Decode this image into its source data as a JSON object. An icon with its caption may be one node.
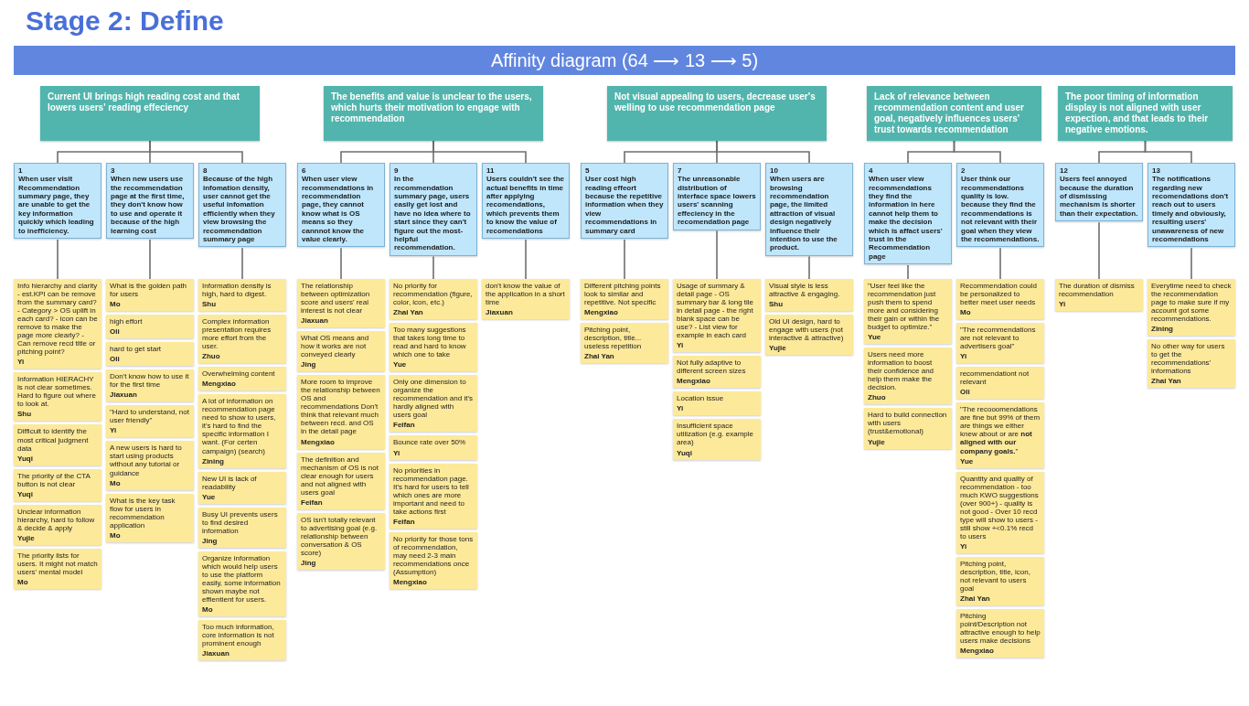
{
  "diagram": {
    "title": "Stage 2: Define",
    "nodes": [
      {
        "text": [
          "Affinity diagram (64 ⟶ 13 ⟶ 5)"
        ]
      },
      {
        "text": [
          "Current UI brings high reading cost and that lowers users' reading effeciency"
        ]
      },
      {
        "text": [
          "1",
          "When user visit Recommendation summary page, they are unable to get the key information quickly which leading to inefficiency."
        ]
      },
      {
        "text": [
          "3",
          "When new users use the recommendation page at the first time, they don't know how to use and operate it because of the high learning cost"
        ]
      },
      {
        "text": [
          "8",
          "Because of the high infomation density, user cannot get the useful infomation efficiently when they view browsing the recommendation summary page"
        ]
      },
      {
        "text": [
          "Info hierarchy and clarity - est.KPI can be remove from the summary card? - Category > OS uplift in each card? - icon can be remove to make the page more clearly? - Can remove recd title or pitching point?",
          "Yi"
        ]
      },
      {
        "text": [
          "Information HIERACHY is not clear sometimes. Hard to figure out where to look at.",
          "Shu"
        ]
      },
      {
        "text": [
          "Difficult to identify the most critical judgment data",
          "Yuqi"
        ]
      },
      {
        "text": [
          "The priority of the CTA button is not clear",
          "Yuqi"
        ]
      },
      {
        "text": [
          "Unclear information hierarchy, hard to follow & decide & apply",
          "Yujie"
        ]
      },
      {
        "text": [
          "The priority lists for users. It might not match users' mental model",
          "Mo"
        ]
      },
      {
        "text": [
          "What is the golden path for users",
          "Mo"
        ]
      },
      {
        "text": [
          "high effort",
          "Oli"
        ]
      },
      {
        "text": [
          "hard to get start",
          "Oli"
        ]
      },
      {
        "text": [
          "Don't know how to use it for the first time",
          "Jiaxuan"
        ]
      },
      {
        "text": [
          "\"Hard to understand, not user friendly\"",
          "Yi"
        ]
      },
      {
        "text": [
          "A new users is hard to start using products without any tutorial or guidance",
          "Mo"
        ]
      },
      {
        "text": [
          "What is the key task flow for users in recommendation application",
          "Mo"
        ]
      },
      {
        "text": [
          "Information density is high, hard to digest.",
          "Shu"
        ]
      },
      {
        "text": [
          "Complex information presentation requires more effort from the user.",
          "Zhuo"
        ]
      },
      {
        "text": [
          "Overwhelming content",
          "Mengxiao"
        ]
      },
      {
        "text": [
          "A lot of information on recommendation page need to show to users, it's hard to find the specific information I want. (For certen campaign) (search)",
          "Zining"
        ]
      },
      {
        "text": [
          "New UI is lack of readability",
          "Yue"
        ]
      },
      {
        "text": [
          "Busy UI prevents users to find desired information",
          "Jing"
        ]
      },
      {
        "text": [
          "Organize information which would help users to use the platform easily, some information shown maybe not effientient for users.",
          "Mo"
        ]
      },
      {
        "text": [
          "Too much information, core information is not prominent enough",
          "Jiaxuan"
        ]
      },
      {
        "text": [
          "The benefits and value is unclear to the users, which hurts their motivation to engage with recommendation"
        ]
      },
      {
        "text": [
          "6",
          "When user view recommendations in recommendation page, they cannot know what is OS means so they cannnot know the value clearly."
        ]
      },
      {
        "text": [
          "9",
          "In the recommendation summary page, users easily get lost and have no idea where to start since they can't figure out the most-helpful recommendation."
        ]
      },
      {
        "text": [
          "11",
          "Users couldn't see the actual benefits in time after applying recomendations, which prevents them to know the value of recomendations"
        ]
      },
      {
        "text": [
          "The relationship between optimization score and users' real interest is not clear",
          "Jiaxuan"
        ]
      },
      {
        "text": [
          "What OS means and how it works are not conveyed clearly",
          "Jing"
        ]
      },
      {
        "text": [
          "More room to improve the relationship between OS and recommendations Don't think that relevant much between recd. and OS in the detail page",
          "Mengxiao"
        ]
      },
      {
        "text": [
          "The definition and mechanism of OS is not clear enough for users and not aligned with users goal",
          "Feifan"
        ]
      },
      {
        "text": [
          "OS isn't totally relevant to advertising goal (e.g. relationship between conversation & OS score)",
          "Jing"
        ]
      },
      {
        "text": [
          "No priority for recommendation (figure, color, icon, etc.)",
          "Zhai Yan"
        ]
      },
      {
        "text": [
          "Too many suggestions that takes long time to read and hard to know which one to take",
          "Yue"
        ]
      },
      {
        "text": [
          "Only one dimension to organize the recommendation and it's hardly aligned with users goal",
          "Feifan"
        ]
      },
      {
        "text": [
          "Bounce rate over 50%",
          "Yi"
        ]
      },
      {
        "text": [
          "No priorities in recommendation page. It's hard for users to tell which ones are more important and need to take actions first",
          "Feifan"
        ]
      },
      {
        "text": [
          "No priority for those tons of recommendation, may need 2-3 main recommendations once (Assumption)",
          "Mengxiao"
        ]
      },
      {
        "text": [
          "don't know the value of the application in a short time",
          "Jiaxuan"
        ]
      },
      {
        "text": [
          "Not visual appealing to users, decrease user's welling to use recommendation page"
        ]
      },
      {
        "text": [
          "5",
          "User cost high reading effeort because the repetitive information when they view recommendations in summary card"
        ]
      },
      {
        "text": [
          "7",
          "The unreasonable distribution of interface space lowers users' scanning effeciency in the recomendation page"
        ]
      },
      {
        "text": [
          "10",
          "When users are browsing recommendation page, the limited attraction of visual design negatively influence their intention to use the product."
        ]
      },
      {
        "text": [
          "Different pitching points look to similar and repetitive. Not specific",
          "Mengxiao"
        ]
      },
      {
        "text": [
          "Pitching point, description, title... useless repetition",
          "Zhai Yan"
        ]
      },
      {
        "text": [
          "Usage of summary & detail page - OS summary bar & long tile in detail page - the right blank space can be use? - List view for example in each card",
          "Yi"
        ]
      },
      {
        "text": [
          "Not fully adaptive to different screen sizes",
          "Mengxiao"
        ]
      },
      {
        "text": [
          "Location issue",
          "Yi"
        ]
      },
      {
        "text": [
          "Insufficient space utilization (e.g. example area)",
          "Yuqi"
        ]
      },
      {
        "text": [
          "Visual style is less attractive & engaging.",
          "Shu"
        ]
      },
      {
        "text": [
          "Old UI design, hard to engage with users (not interactive & attractive)",
          "Yujie"
        ]
      },
      {
        "text": [
          "Lack of relevance between recommendation content and user goal, negatively influences users' trust towards recommendation"
        ]
      },
      {
        "text": [
          "4",
          "When user view recommendations they find the information in here cannot help them to make the decision which is affact users' trust in the Recommendation page"
        ]
      },
      {
        "text": [
          "2",
          "User think our recommendations quality is low. because they find the recommendations is not relevant with their goal when they view the recommendations."
        ]
      },
      {
        "text": [
          "\"User feel like the recommendation just push them to spend more and considering their gain or within the budget to optimize.\"",
          "Yue"
        ]
      },
      {
        "text": [
          "Users need more information to boost their confidence and help them make the decision.",
          "Zhuo"
        ]
      },
      {
        "text": [
          "Hard to build connection with users (trust&emotional)",
          "Yujie"
        ]
      },
      {
        "text": [
          "Recommendation could be personalized to better meet user needs",
          "Mo"
        ]
      },
      {
        "text": [
          "\"The recommendations are not relevant to advertisers goal\"",
          "Yi"
        ]
      },
      {
        "text": [
          "recommendationt not relevant",
          "Oli"
        ]
      },
      {
        "text": [
          "\"The recooomendations are fine but 99% of them are things we either knew about or are **not aligned with our company goals.**\"",
          "Yue"
        ]
      },
      {
        "text": [
          "Quantity and quality of recommendation - too much KWO suggestions (over 900+) - quality is not good - Over 10 recd type will show to users - still show +<0.1% recd to users",
          "Yi"
        ]
      },
      {
        "text": [
          "Pitching point, description, title, icon, not relevant to users goal",
          "Zhai Yan"
        ]
      },
      {
        "text": [
          "Pitching point/Description not attractive enough to help users make decisions",
          "Mengxiao"
        ]
      },
      {
        "text": [
          "The poor timing of information display is not aligned with user expection, and that leads to their negative emotions."
        ]
      },
      {
        "text": [
          "12",
          "Users feel annoyed because the duration of dismissing mechanism is shorter than their expectation."
        ]
      },
      {
        "text": [
          "13",
          "The notifications regarding new recomendations don't reach out to users timely and obviously, resulting users' unawareness of new recomendations"
        ]
      },
      {
        "text": [
          "The duration of dismiss recommendation",
          "Yi"
        ]
      },
      {
        "text": [
          "Everytime need to check the recommendation page to make sure if my account got some recommendations.",
          "Zining"
        ]
      },
      {
        "text": [
          "No other way for users to get the recommendations' informations",
          "Zhai Yan"
        ]
      }
    ],
    "edges": [
      {
        "from": 1,
        "to": 2,
        "arrow": "none"
      },
      {
        "from": 1,
        "to": 3,
        "arrow": "none"
      },
      {
        "from": 1,
        "to": 4,
        "arrow": "none"
      },
      {
        "from": 2,
        "to": 5,
        "arrow": "none"
      },
      {
        "from": 3,
        "to": 11,
        "arrow": "none"
      },
      {
        "from": 4,
        "to": 18,
        "arrow": "none"
      },
      {
        "from": 26,
        "to": 27,
        "arrow": "none"
      },
      {
        "from": 26,
        "to": 28,
        "arrow": "none"
      },
      {
        "from": 26,
        "to": 29,
        "arrow": "none"
      },
      {
        "from": 27,
        "to": 30,
        "arrow": "none"
      },
      {
        "from": 28,
        "to": 35,
        "arrow": "none"
      },
      {
        "from": 29,
        "to": 41,
        "arrow": "none"
      },
      {
        "from": 42,
        "to": 43,
        "arrow": "none"
      },
      {
        "from": 42,
        "to": 44,
        "arrow": "none"
      },
      {
        "from": 42,
        "to": 45,
        "arrow": "none"
      },
      {
        "from": 43,
        "to": 46,
        "arrow": "none"
      },
      {
        "from": 44,
        "to": 48,
        "arrow": "none"
      },
      {
        "from": 45,
        "to": 52,
        "arrow": "none"
      },
      {
        "from": 54,
        "to": 55,
        "arrow": "none"
      },
      {
        "from": 54,
        "to": 56,
        "arrow": "none"
      },
      {
        "from": 55,
        "to": 57,
        "arrow": "none"
      },
      {
        "from": 56,
        "to": 60,
        "arrow": "none"
      },
      {
        "from": 67,
        "to": 68,
        "arrow": "none"
      },
      {
        "from": 67,
        "to": 69,
        "arrow": "none"
      },
      {
        "from": 68,
        "to": 70,
        "arrow": "none"
      },
      {
        "from": 69,
        "to": 71,
        "arrow": "none"
      }
    ]
  }
}
